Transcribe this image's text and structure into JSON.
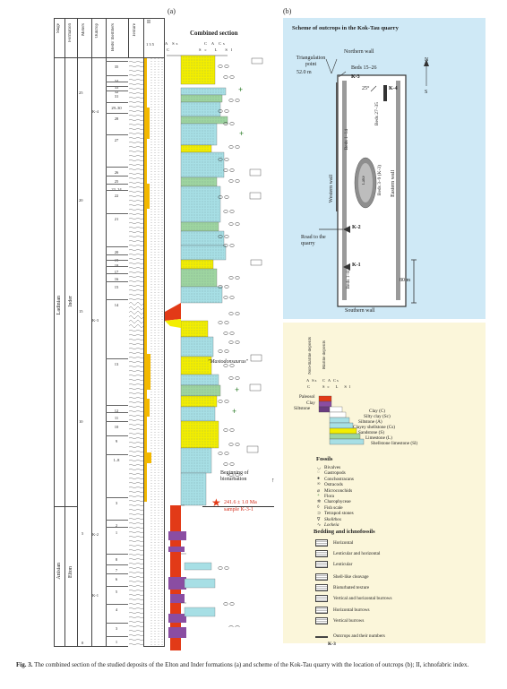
{
  "panels": {
    "a": "(a)",
    "b": "(b)"
  },
  "column_headers": {
    "stage": "Stage",
    "formation": "Formation",
    "meters": "Meters",
    "outcrop": "Outcrop",
    "beds": "Beds/ members",
    "texture": "Texture",
    "ichno": "II",
    "ichno_scale": "1 3 5"
  },
  "combined_section": {
    "title": "Combined section",
    "lith_scale_top": [
      "A",
      "Ss",
      "C",
      "A",
      "Cs"
    ],
    "lith_scale_bottom": [
      "C",
      "Sc",
      "L",
      "Sl"
    ],
    "meter_ticks": [
      "25",
      "20",
      "15",
      "10",
      "5",
      "0"
    ],
    "stages": [
      "Ladinian",
      "Anisian"
    ],
    "formations": [
      "Inder",
      "Elton"
    ],
    "outcrops": [
      "K-4",
      "K-3",
      "K-2",
      "K-1"
    ],
    "beds": [
      "35",
      "34",
      "33",
      "32",
      "31",
      "29–30",
      "28",
      "27",
      "26",
      "25",
      "23–24",
      "22",
      "21",
      "20",
      "19",
      "18",
      "17",
      "16",
      "15",
      "14",
      "13",
      "12",
      "11",
      "10",
      "9",
      "1–8",
      "3",
      "2",
      "1",
      "8",
      "7",
      "6",
      "5",
      "4",
      "3",
      "1"
    ],
    "mastodonsaurus": "\"Mastodonsaurus\"",
    "bioturbation": "Beginning of bioturbation",
    "age": "241.6 ± 1.0 Ma",
    "sample": "sample K-3-1"
  },
  "scheme": {
    "title": "Scheme of outcrops in the Kok-Tau quarry",
    "northern_wall": "Northern wall",
    "southern_wall": "Southern wall",
    "western_wall": "Western wall",
    "eastern_wall": "Eastern wall",
    "triangulation": "Triangulation point",
    "triangulation_height": "52.0 m",
    "road": "Road to the quarry",
    "scale": "80 m",
    "north": "N",
    "south": "S",
    "dip": "25°",
    "beds_15_26": "Beds 15–26",
    "beds_27_35": "Beds 27–35",
    "beds_1_14": "Beds 1–14",
    "beds_1_8": "Beds 1–8",
    "beds_3_9": "Beds 3–9 (K-3)",
    "lake": "Lake",
    "k_labels": [
      "K-3",
      "K-4",
      "K-2",
      "K-1"
    ]
  },
  "legend": {
    "header_nonmarine": "Non-marine deposits",
    "header_marine": "Marine deposits",
    "scale_top": [
      "A",
      "Ss",
      "C",
      "A",
      "Cs"
    ],
    "scale_bottom": [
      "C",
      "Sc",
      "L",
      "Sl"
    ],
    "lithology": [
      "Paleosol",
      "Clay",
      "Siltstone",
      "Clay (C)",
      "Silty clay (Sc)",
      "Siltstone (A)",
      "Clayey shellstone (Cs)",
      "Sandstone (S)",
      "Limestone (L)",
      "Shellstone limestone (Sl)"
    ],
    "fossils_title": "Fossils",
    "fossils": [
      "Bivalves",
      "Gastropods",
      "Conchostracans",
      "Ostracods",
      "Microconchids",
      "Flora",
      "Charophyceae",
      "Fish scale",
      "Tetrapod stones",
      "Skolithos",
      "Lockeia"
    ],
    "bedding_title": "Bedding and ichnofossils",
    "bedding": [
      "Horizontal",
      "Lenticular and horizontal",
      "Lenticular",
      "Shell-like cleavage",
      "Bioturbated texture",
      "Vertical and horizontal burrows",
      "Horizontal burrows",
      "Vertical burrows",
      "Outcrops and their numbers"
    ],
    "outcrop_example": "K-3"
  },
  "caption": {
    "label": "Fig. 3.",
    "text": "The combined section of the studied deposits of the Elton and Inder formations (a) and scheme of the Kok-Tau quarry with the location of outcrops (b); II, ichnofabric index."
  },
  "colors": {
    "scheme_bg": "#cfe9f6",
    "legend_bg": "#fbf6da",
    "siltstone": "#a7dfe5",
    "shellstone": "#f3ee00",
    "limestone": "#9ed5a0",
    "clay_red": "#e23a17",
    "paleosol": "#8a4da2",
    "green_fossil": "#2d7d2a",
    "star": "#e23a17",
    "age_text": "#d42d1a"
  }
}
